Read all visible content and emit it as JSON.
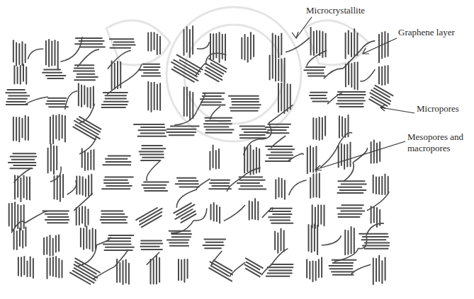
{
  "diagram": {
    "labels": [
      "Microcrystallite",
      "Graphene layer",
      "Micropores",
      "Mesopores and macropores"
    ]
  }
}
